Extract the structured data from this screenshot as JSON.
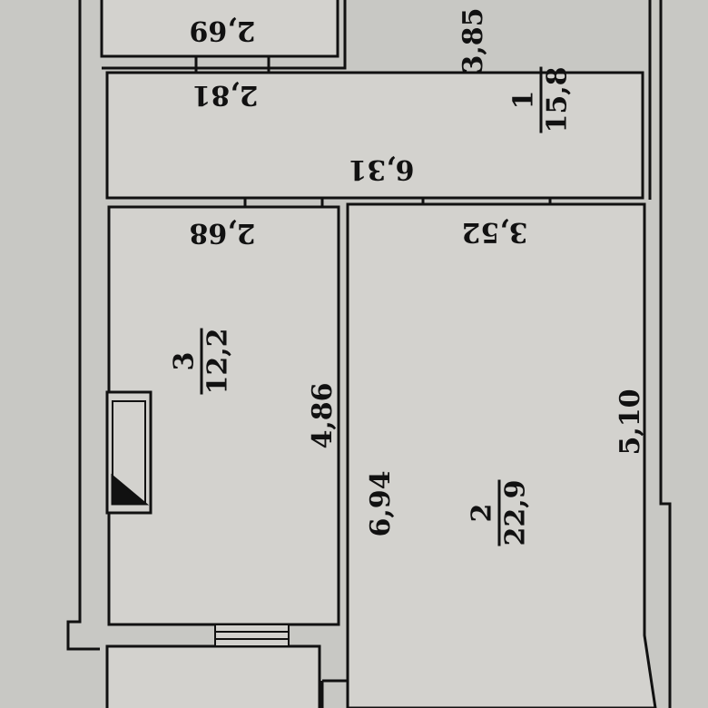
{
  "plan": {
    "dimensions": {
      "top_room_width": "2,69",
      "room1_left_width": "2,81",
      "room1_length": "6,31",
      "room1_height": "3,85",
      "room3_width": "2,68",
      "room3_length": "4,86",
      "room2_width": "3,52",
      "room2_left_length": "6,94",
      "room2_right_length": "5,10"
    },
    "rooms": [
      {
        "number": "1",
        "area": "15,8"
      },
      {
        "number": "2",
        "area": "22,9"
      },
      {
        "number": "3",
        "area": "12,2"
      }
    ]
  }
}
